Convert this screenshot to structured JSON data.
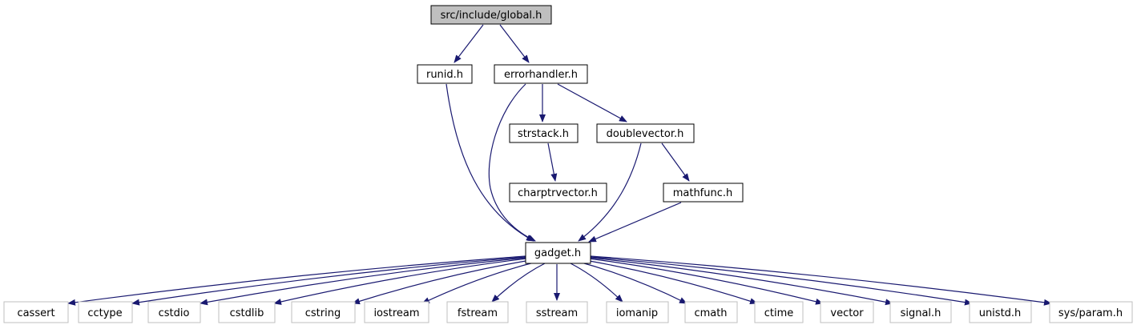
{
  "diagram": {
    "root": "src/include/global.h",
    "nodes": {
      "global": "src/include/global.h",
      "runid": "runid.h",
      "errorhandler": "errorhandler.h",
      "strstack": "strstack.h",
      "doublevector": "doublevector.h",
      "charptrvector": "charptrvector.h",
      "mathfunc": "mathfunc.h",
      "gadget": "gadget.h",
      "cassert": "cassert",
      "cctype": "cctype",
      "cstdio": "cstdio",
      "cstdlib": "cstdlib",
      "cstring": "cstring",
      "iostream": "iostream",
      "fstream": "fstream",
      "sstream": "sstream",
      "iomanip": "iomanip",
      "cmath": "cmath",
      "ctime": "ctime",
      "vector": "vector",
      "signal": "signal.h",
      "unistd": "unistd.h",
      "sysparam": "sys/param.h"
    },
    "edges": [
      [
        "global",
        "runid"
      ],
      [
        "global",
        "errorhandler"
      ],
      [
        "runid",
        "gadget"
      ],
      [
        "errorhandler",
        "strstack"
      ],
      [
        "errorhandler",
        "doublevector"
      ],
      [
        "errorhandler",
        "gadget"
      ],
      [
        "strstack",
        "charptrvector"
      ],
      [
        "doublevector",
        "mathfunc"
      ],
      [
        "doublevector",
        "gadget"
      ],
      [
        "mathfunc",
        "gadget"
      ],
      [
        "gadget",
        "cassert"
      ],
      [
        "gadget",
        "cctype"
      ],
      [
        "gadget",
        "cstdio"
      ],
      [
        "gadget",
        "cstdlib"
      ],
      [
        "gadget",
        "cstring"
      ],
      [
        "gadget",
        "iostream"
      ],
      [
        "gadget",
        "fstream"
      ],
      [
        "gadget",
        "sstream"
      ],
      [
        "gadget",
        "iomanip"
      ],
      [
        "gadget",
        "cmath"
      ],
      [
        "gadget",
        "ctime"
      ],
      [
        "gadget",
        "vector"
      ],
      [
        "gadget",
        "signal"
      ],
      [
        "gadget",
        "unistd"
      ],
      [
        "gadget",
        "sysparam"
      ]
    ],
    "colors": {
      "edge": "#191970",
      "root_fill": "#bfbfbf",
      "node_border": "#000000",
      "system_border": "#bfbfbf",
      "background": "#ffffff"
    }
  }
}
